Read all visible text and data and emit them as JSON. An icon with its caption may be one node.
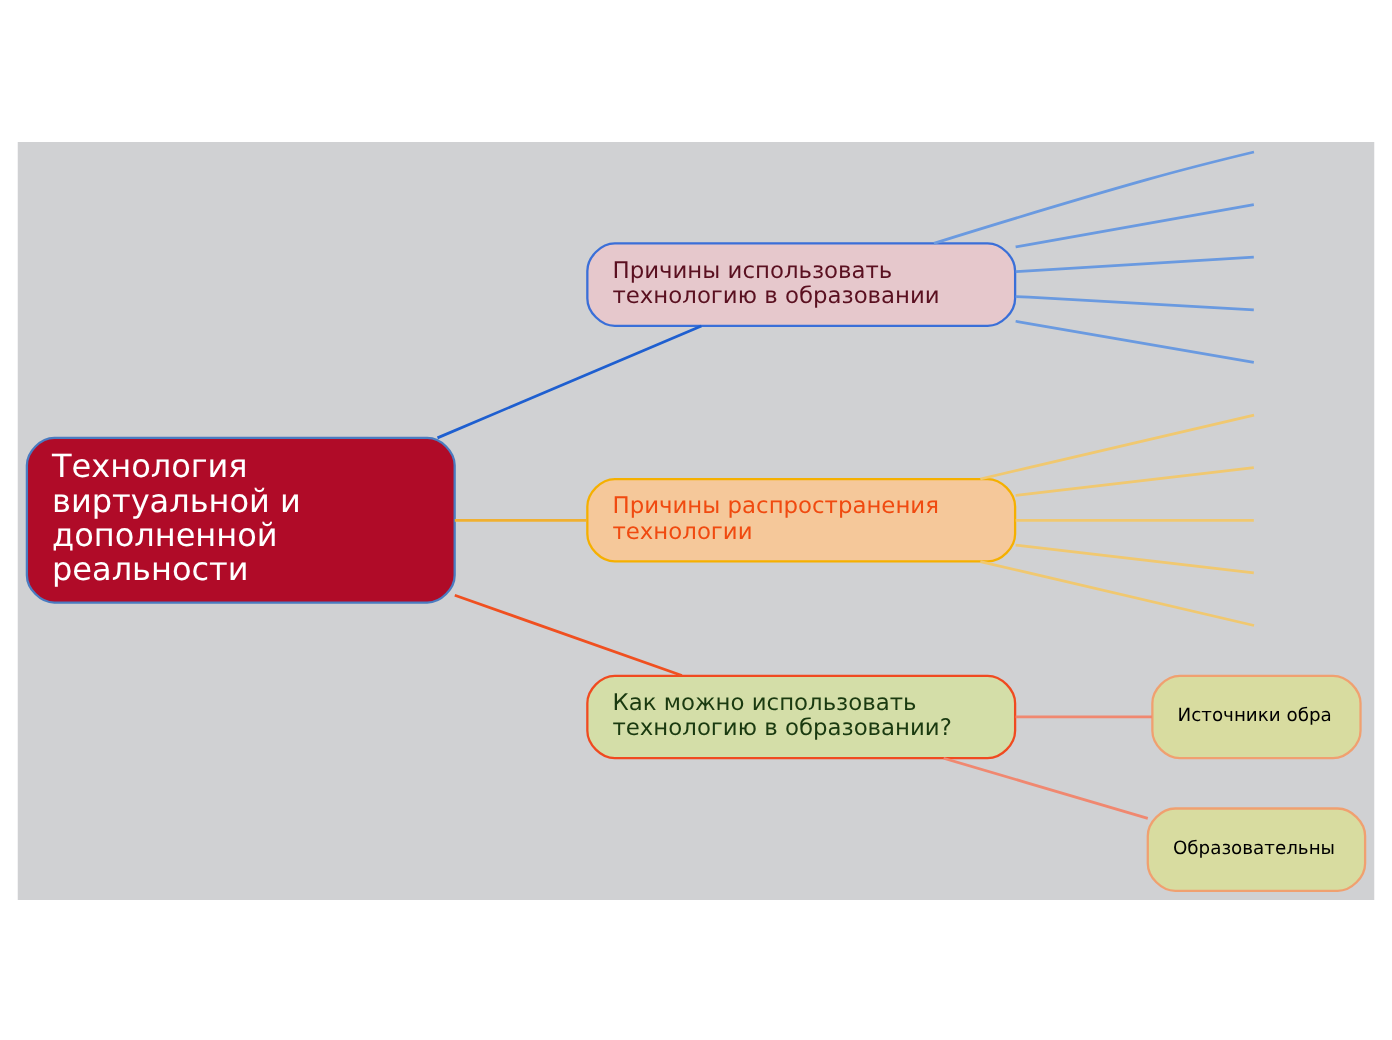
{
  "diagram": {
    "nodes": [
      {
        "text": [
          "Технология виртуальной и дополненной реальности"
        ]
      },
      {
        "text": [
          "Причины использовать технологию в образовании"
        ]
      },
      {
        "text": [
          "Причины распространения технологии"
        ]
      },
      {
        "text": [
          "Как можно использовать технологию в образовании?"
        ]
      },
      {
        "text": [
          "Источники обра"
        ]
      },
      {
        "text": [
          "Образовательны"
        ]
      }
    ],
    "edges": [
      {
        "from": 0,
        "to": 1,
        "arrow": "none",
        "color": "#1e5fd0"
      },
      {
        "from": 0,
        "to": 2,
        "arrow": "none",
        "color": "#f0b030"
      },
      {
        "from": 0,
        "to": 3,
        "arrow": "none",
        "color": "#f05020"
      },
      {
        "from": 3,
        "to": 4,
        "arrow": "none",
        "color": "#f08870"
      },
      {
        "from": 3,
        "to": 5,
        "arrow": "none",
        "color": "#f08870"
      },
      {
        "from": 1,
        "to": null,
        "arrow": "none",
        "color": "#6a9ae0"
      },
      {
        "from": 1,
        "to": null,
        "arrow": "none",
        "color": "#6a9ae0"
      },
      {
        "from": 1,
        "to": null,
        "arrow": "none",
        "color": "#6a9ae0"
      },
      {
        "from": 1,
        "to": null,
        "arrow": "none",
        "color": "#6a9ae0"
      },
      {
        "from": 1,
        "to": null,
        "arrow": "none",
        "color": "#6a9ae0"
      },
      {
        "from": 2,
        "to": null,
        "arrow": "none",
        "color": "#f0c870"
      },
      {
        "from": 2,
        "to": null,
        "arrow": "none",
        "color": "#f0c870"
      },
      {
        "from": 2,
        "to": null,
        "arrow": "none",
        "color": "#f0c870"
      },
      {
        "from": 2,
        "to": null,
        "arrow": "none",
        "color": "#f0c870"
      },
      {
        "from": 2,
        "to": null,
        "arrow": "none",
        "color": "#f0c870"
      }
    ]
  }
}
